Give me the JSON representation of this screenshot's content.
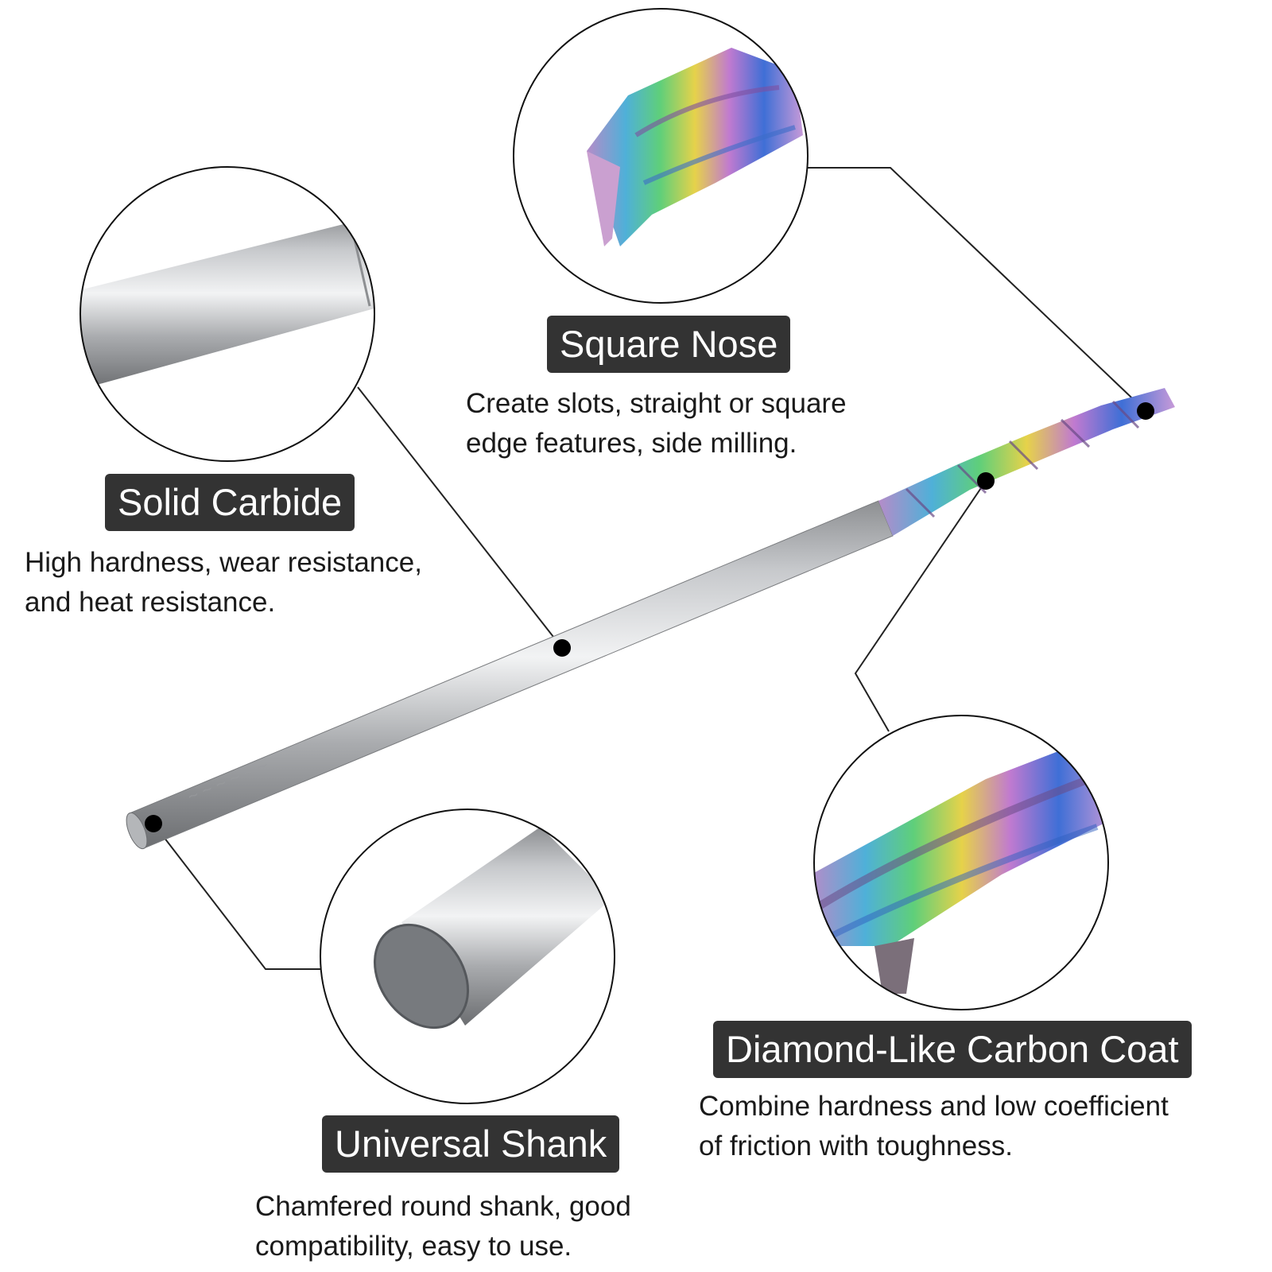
{
  "features": [
    {
      "title": "Square Nose",
      "lines": [
        "Create slots, straight or square",
        "edge features, side milling."
      ]
    },
    {
      "title": "Solid Carbide",
      "lines": [
        "High hardness, wear resistance,",
        "and heat resistance."
      ]
    },
    {
      "title": "Diamond-Like Carbon Coat",
      "lines": [
        "Combine hardness and low coefficient",
        "of friction with toughness."
      ]
    },
    {
      "title": "Universal Shank",
      "lines": [
        "Chamfered round shank, good",
        "compatibility, easy to use."
      ]
    }
  ],
  "colors": {
    "label_bg": "#333333",
    "label_text": "#ffffff",
    "body_text": "#1a1a1a",
    "callout_line": "#222222"
  },
  "images": [
    "end-mill-product-photo",
    "square-nose-closeup",
    "shank-closeup",
    "coating-closeup",
    "shank-end-closeup"
  ]
}
